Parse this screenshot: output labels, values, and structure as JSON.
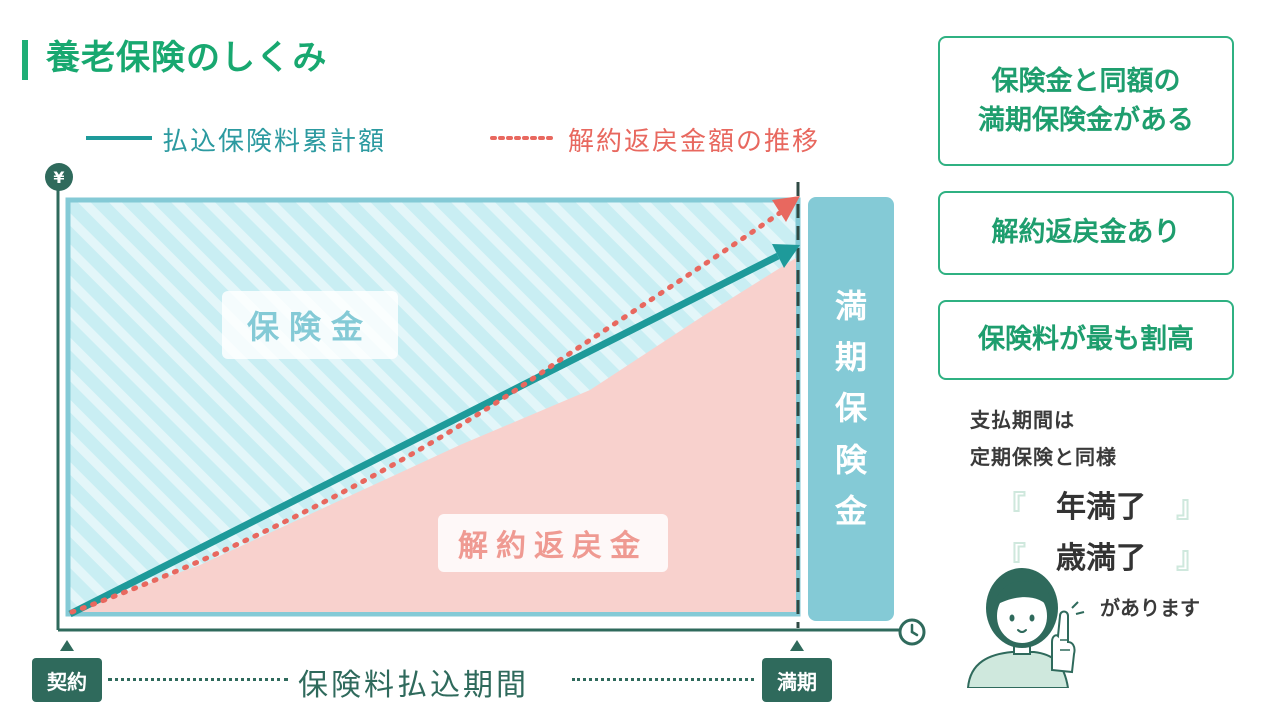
{
  "title": "養老保険のしくみ",
  "legend": {
    "cumulative_premium": "払込保険料累計額",
    "surrender_value": "解約返戻金額の推移"
  },
  "diagram": {
    "insurance_label": "保険金",
    "surrender_label": "解約返戻金",
    "maturity_bar_chars": [
      "満",
      "期",
      "保",
      "険",
      "金"
    ],
    "yen_icon_glyph": "¥",
    "contract_tag": "契約",
    "maturity_tag": "満期",
    "period_label": "保険料払込期間",
    "colors": {
      "insurance_fill": "#c9eef3",
      "surrender_fill": "#f8d1cd",
      "cumulative_line": "#1e9a9a",
      "surrender_line": "#e8685f",
      "maturity_bar": "#84cad6",
      "axis": "#2f6a5c"
    }
  },
  "points": {
    "box1_line1": "保険金と同額の",
    "box1_line2": "満期保険金がある",
    "box2": "解約返戻金あり",
    "box3": "保険料が最も割高"
  },
  "note": {
    "line1": "支払期間は",
    "line2": "定期保険と同様",
    "open_quote": "『",
    "close_quote": "』",
    "option1": "年満了",
    "option2": "歳満了",
    "line3": "があります"
  },
  "icons": {
    "yen": "yen-icon",
    "clock": "clock-icon",
    "person": "person-pointing-icon"
  }
}
